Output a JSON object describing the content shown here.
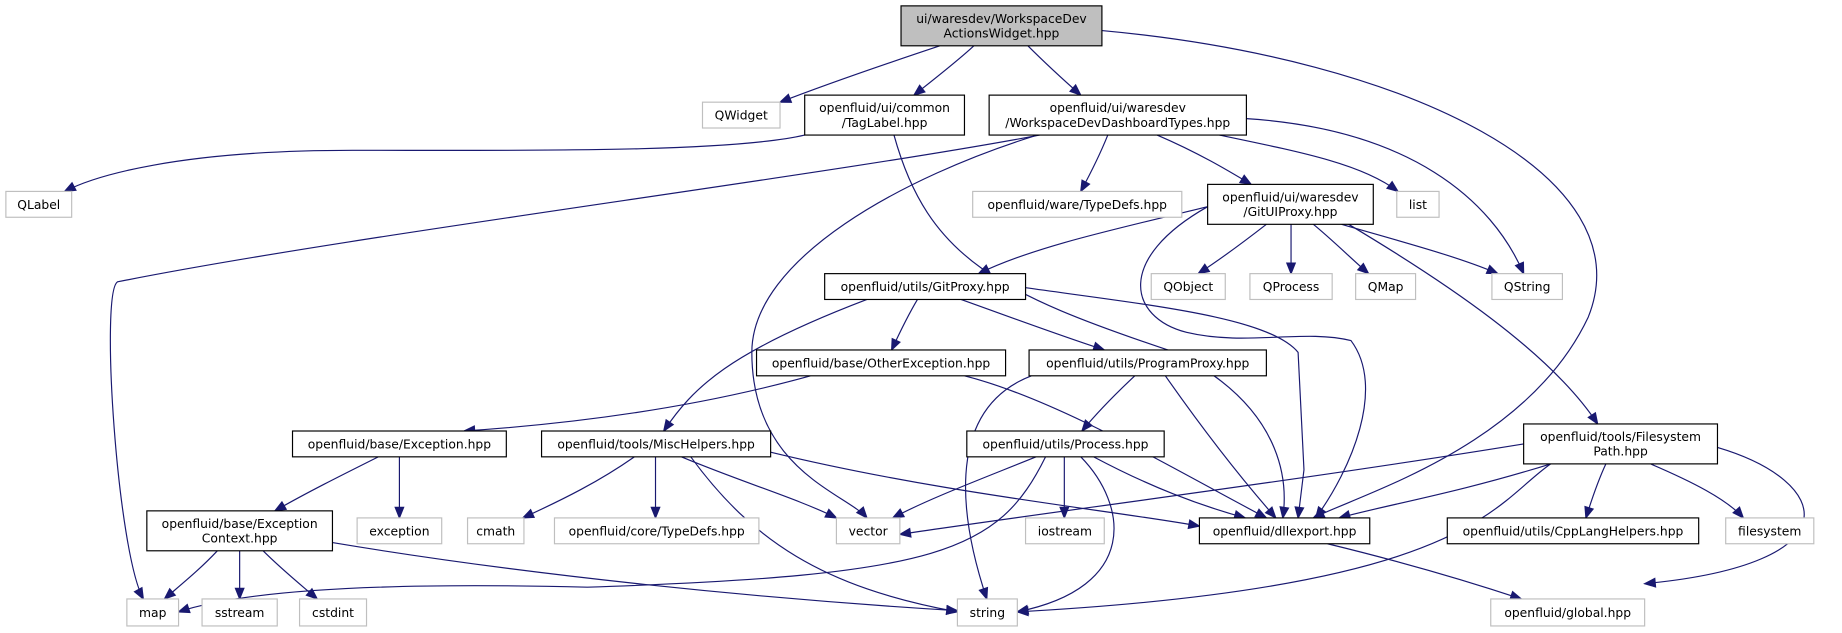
{
  "title": "Include dependency graph for ui/waresdev/WorkspaceDevActionsWidget.hpp",
  "colors": {
    "edge": "#191970",
    "root_fill": "#bfbfbf",
    "documented_border": "#000000",
    "external_border": "#bfbfbf"
  },
  "nodes": [
    {
      "id": "root",
      "kind": "root",
      "lines": [
        "ui/waresdev/WorkspaceDev",
        "ActionsWidget.hpp"
      ]
    },
    {
      "id": "qwidget",
      "kind": "external",
      "lines": [
        "QWidget"
      ]
    },
    {
      "id": "taglabel",
      "kind": "normal",
      "lines": [
        "openfluid/ui/common",
        "/TagLabel.hpp"
      ]
    },
    {
      "id": "dashtypes",
      "kind": "normal",
      "lines": [
        "openfluid/ui/waresdev",
        "/WorkspaceDevDashboardTypes.hpp"
      ]
    },
    {
      "id": "qlabel",
      "kind": "external",
      "lines": [
        "QLabel"
      ]
    },
    {
      "id": "waretypedefs",
      "kind": "external",
      "lines": [
        "openfluid/ware/TypeDefs.hpp"
      ]
    },
    {
      "id": "gituiproxy",
      "kind": "normal",
      "lines": [
        "openfluid/ui/waresdev",
        "/GitUIProxy.hpp"
      ]
    },
    {
      "id": "list",
      "kind": "external",
      "lines": [
        "list"
      ]
    },
    {
      "id": "gitproxy",
      "kind": "normal",
      "lines": [
        "openfluid/utils/GitProxy.hpp"
      ]
    },
    {
      "id": "qobject",
      "kind": "external",
      "lines": [
        "QObject"
      ]
    },
    {
      "id": "qprocess",
      "kind": "external",
      "lines": [
        "QProcess"
      ]
    },
    {
      "id": "qmap",
      "kind": "external",
      "lines": [
        "QMap"
      ]
    },
    {
      "id": "qstring",
      "kind": "external",
      "lines": [
        "QString"
      ]
    },
    {
      "id": "otherexception",
      "kind": "normal",
      "lines": [
        "openfluid/base/OtherException.hpp"
      ]
    },
    {
      "id": "programproxy",
      "kind": "normal",
      "lines": [
        "openfluid/utils/ProgramProxy.hpp"
      ]
    },
    {
      "id": "exception",
      "kind": "normal",
      "lines": [
        "openfluid/base/Exception.hpp"
      ]
    },
    {
      "id": "mischelpers",
      "kind": "normal",
      "lines": [
        "openfluid/tools/MiscHelpers.hpp"
      ]
    },
    {
      "id": "process",
      "kind": "normal",
      "lines": [
        "openfluid/utils/Process.hpp"
      ]
    },
    {
      "id": "fspath",
      "kind": "normal",
      "lines": [
        "openfluid/tools/Filesystem",
        "Path.hpp"
      ]
    },
    {
      "id": "excontext",
      "kind": "normal",
      "lines": [
        "openfluid/base/Exception",
        "Context.hpp"
      ]
    },
    {
      "id": "stdexception",
      "kind": "external",
      "lines": [
        "exception"
      ]
    },
    {
      "id": "cmath",
      "kind": "external",
      "lines": [
        "cmath"
      ]
    },
    {
      "id": "coretypedefs",
      "kind": "external",
      "lines": [
        "openfluid/core/TypeDefs.hpp"
      ]
    },
    {
      "id": "vector",
      "kind": "external",
      "lines": [
        "vector"
      ]
    },
    {
      "id": "iostream",
      "kind": "external",
      "lines": [
        "iostream"
      ]
    },
    {
      "id": "dllexport",
      "kind": "normal",
      "lines": [
        "openfluid/dllexport.hpp"
      ]
    },
    {
      "id": "cpplang",
      "kind": "normal",
      "lines": [
        "openfluid/utils/CppLangHelpers.hpp"
      ]
    },
    {
      "id": "filesystem",
      "kind": "external",
      "lines": [
        "filesystem"
      ]
    },
    {
      "id": "map",
      "kind": "external",
      "lines": [
        "map"
      ]
    },
    {
      "id": "sstream",
      "kind": "external",
      "lines": [
        "sstream"
      ]
    },
    {
      "id": "cstdint",
      "kind": "external",
      "lines": [
        "cstdint"
      ]
    },
    {
      "id": "string",
      "kind": "external",
      "lines": [
        "string"
      ]
    },
    {
      "id": "global",
      "kind": "external",
      "lines": [
        "openfluid/global.hpp"
      ]
    }
  ],
  "edges": [
    [
      "root",
      "qwidget"
    ],
    [
      "root",
      "taglabel"
    ],
    [
      "root",
      "dashtypes"
    ],
    [
      "root",
      "dllexport"
    ],
    [
      "taglabel",
      "qlabel"
    ],
    [
      "taglabel",
      "dllexport"
    ],
    [
      "dashtypes",
      "map"
    ],
    [
      "dashtypes",
      "vector"
    ],
    [
      "dashtypes",
      "waretypedefs"
    ],
    [
      "dashtypes",
      "gituiproxy"
    ],
    [
      "dashtypes",
      "list"
    ],
    [
      "dashtypes",
      "qstring"
    ],
    [
      "gituiproxy",
      "gitproxy"
    ],
    [
      "gituiproxy",
      "dllexport"
    ],
    [
      "gituiproxy",
      "qobject"
    ],
    [
      "gituiproxy",
      "qprocess"
    ],
    [
      "gituiproxy",
      "qmap"
    ],
    [
      "gituiproxy",
      "qstring"
    ],
    [
      "gituiproxy",
      "fspath"
    ],
    [
      "gitproxy",
      "mischelpers"
    ],
    [
      "gitproxy",
      "otherexception"
    ],
    [
      "gitproxy",
      "programproxy"
    ],
    [
      "gitproxy",
      "dllexport"
    ],
    [
      "otherexception",
      "exception"
    ],
    [
      "otherexception",
      "dllexport"
    ],
    [
      "programproxy",
      "string"
    ],
    [
      "programproxy",
      "process"
    ],
    [
      "programproxy",
      "dllexport"
    ],
    [
      "exception",
      "excontext"
    ],
    [
      "exception",
      "stdexception"
    ],
    [
      "mischelpers",
      "cmath"
    ],
    [
      "mischelpers",
      "coretypedefs"
    ],
    [
      "mischelpers",
      "vector"
    ],
    [
      "mischelpers",
      "string"
    ],
    [
      "mischelpers",
      "dllexport"
    ],
    [
      "process",
      "map"
    ],
    [
      "process",
      "vector"
    ],
    [
      "process",
      "iostream"
    ],
    [
      "process",
      "string"
    ],
    [
      "process",
      "dllexport"
    ],
    [
      "fspath",
      "vector"
    ],
    [
      "fspath",
      "string"
    ],
    [
      "fspath",
      "dllexport"
    ],
    [
      "fspath",
      "cpplang"
    ],
    [
      "fspath",
      "filesystem"
    ],
    [
      "fspath",
      "global"
    ],
    [
      "excontext",
      "map"
    ],
    [
      "excontext",
      "sstream"
    ],
    [
      "excontext",
      "cstdint"
    ],
    [
      "excontext",
      "string"
    ],
    [
      "dllexport",
      "global"
    ]
  ]
}
